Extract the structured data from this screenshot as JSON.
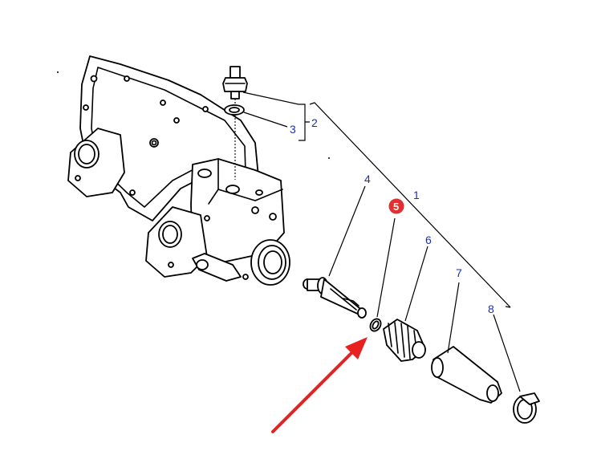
{
  "callouts": {
    "c1": "1",
    "c2": "2",
    "c3": "3",
    "c4": "4",
    "c5": "5",
    "c6": "6",
    "c7": "7",
    "c8": "8"
  },
  "colors": {
    "callout_text": "#1a2fc0",
    "highlight_badge": "#e23030",
    "pointer_arrow": "#e82020"
  },
  "highlighted_part": "5"
}
